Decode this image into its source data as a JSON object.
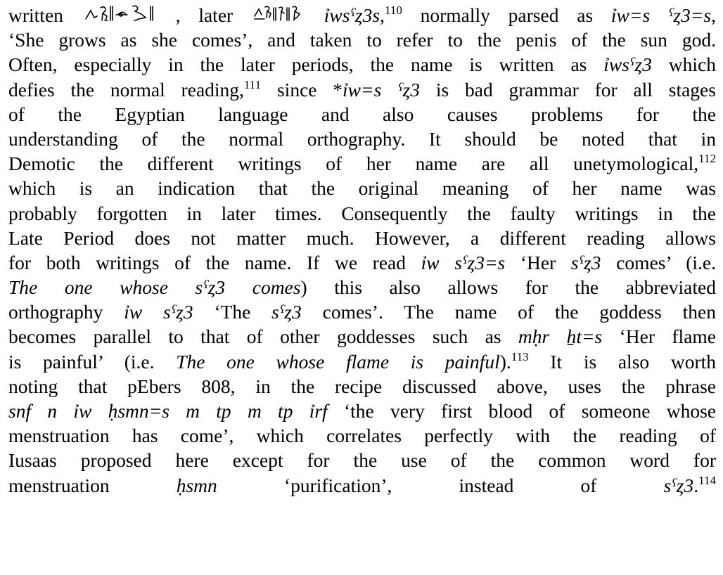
{
  "paragraph": {
    "lines": [
      [
        {
          "t": "written "
        },
        {
          "glyph": "hieroglyph-name-iusaas-early"
        },
        {
          "t": ", later "
        },
        {
          "glyph": "hieroglyph-name-iusaas-late"
        },
        {
          "t": " "
        },
        {
          "t": "ỉwsˁȥ3s",
          "i": true
        },
        {
          "t": ",",
          "fn": "110"
        },
        {
          "t": " normally parsed as "
        },
        {
          "t": "ỉw=s ˁȥ3=s",
          "i": true
        },
        {
          "t": ","
        }
      ],
      [
        {
          "t": "‘She grows as she comes’, and taken to refer to the penis of the sun god."
        }
      ],
      [
        {
          "t": "Often, especially in the later periods, the name is written as "
        },
        {
          "t": "ỉwsˁȥ3",
          "i": true
        },
        {
          "t": " which"
        }
      ],
      [
        {
          "t": "defies the normal reading,",
          "fn": "111"
        },
        {
          "t": " since *"
        },
        {
          "t": "ỉw=s ˁȥ3",
          "i": true
        },
        {
          "t": " is bad grammar for all stages"
        }
      ],
      [
        {
          "t": "of the Egyptian language and also causes problems for the"
        }
      ],
      [
        {
          "t": "understanding of the normal orthography. It should be noted that in"
        }
      ],
      [
        {
          "t": "Demotic the different writings of her name are all unetymological,",
          "fn": "112"
        }
      ],
      [
        {
          "t": "which is an indication that the original meaning of her name was"
        }
      ],
      [
        {
          "t": "probably forgotten in later times. Consequently the faulty writings in the"
        }
      ],
      [
        {
          "t": "Late Period does not matter much. However, a different reading allows"
        }
      ],
      [
        {
          "t": "for both writings of the name. If we read "
        },
        {
          "t": "ỉw sˁȥ3=s",
          "i": true
        },
        {
          "t": " ‘Her "
        },
        {
          "t": "sˁȥ3",
          "i": true
        },
        {
          "t": " comes’ (i.e."
        }
      ],
      [
        {
          "t": "The one whose sˁȥ3 comes",
          "i": true
        },
        {
          "t": ") this also allows for the abbreviated"
        }
      ],
      [
        {
          "t": "orthography "
        },
        {
          "t": "ỉw sˁȥ3",
          "i": true
        },
        {
          "t": " ‘The "
        },
        {
          "t": "sˁȥ3",
          "i": true
        },
        {
          "t": " comes’. The name of the goddess then"
        }
      ],
      [
        {
          "t": "becomes parallel to that of other goddesses such as "
        },
        {
          "t": "mḥr ẖt=s",
          "i": true
        },
        {
          "t": " ‘Her flame"
        }
      ],
      [
        {
          "t": "is painful’ (i.e. "
        },
        {
          "t": "The one whose flame is painful",
          "i": true
        },
        {
          "t": ").",
          "fn": "113"
        },
        {
          "t": " It is also worth"
        }
      ],
      [
        {
          "t": "noting that pEbers 808, in the recipe discussed above, uses the phrase"
        }
      ],
      [
        {
          "t": "snf n ỉw ḥsmn=s m tp m tp ỉrf",
          "i": true
        },
        {
          "t": " ‘the very first blood of someone whose"
        }
      ],
      [
        {
          "t": "menstruation has come’, which correlates perfectly with the reading of"
        }
      ],
      [
        {
          "t": "Iusaas proposed here except for the use of the common word for"
        }
      ],
      [
        {
          "t": "menstruation "
        },
        {
          "t": "ḥsmn",
          "i": true
        },
        {
          "t": " ‘purification’, instead of "
        },
        {
          "t": "sˁȥ3",
          "i": true
        },
        {
          "t": ".",
          "fn": "114"
        }
      ]
    ]
  },
  "glyphs": {
    "hieroglyph-name-iusaas-early": {
      "color": "#000000"
    },
    "hieroglyph-name-iusaas-late": {
      "color": "#000000"
    }
  }
}
